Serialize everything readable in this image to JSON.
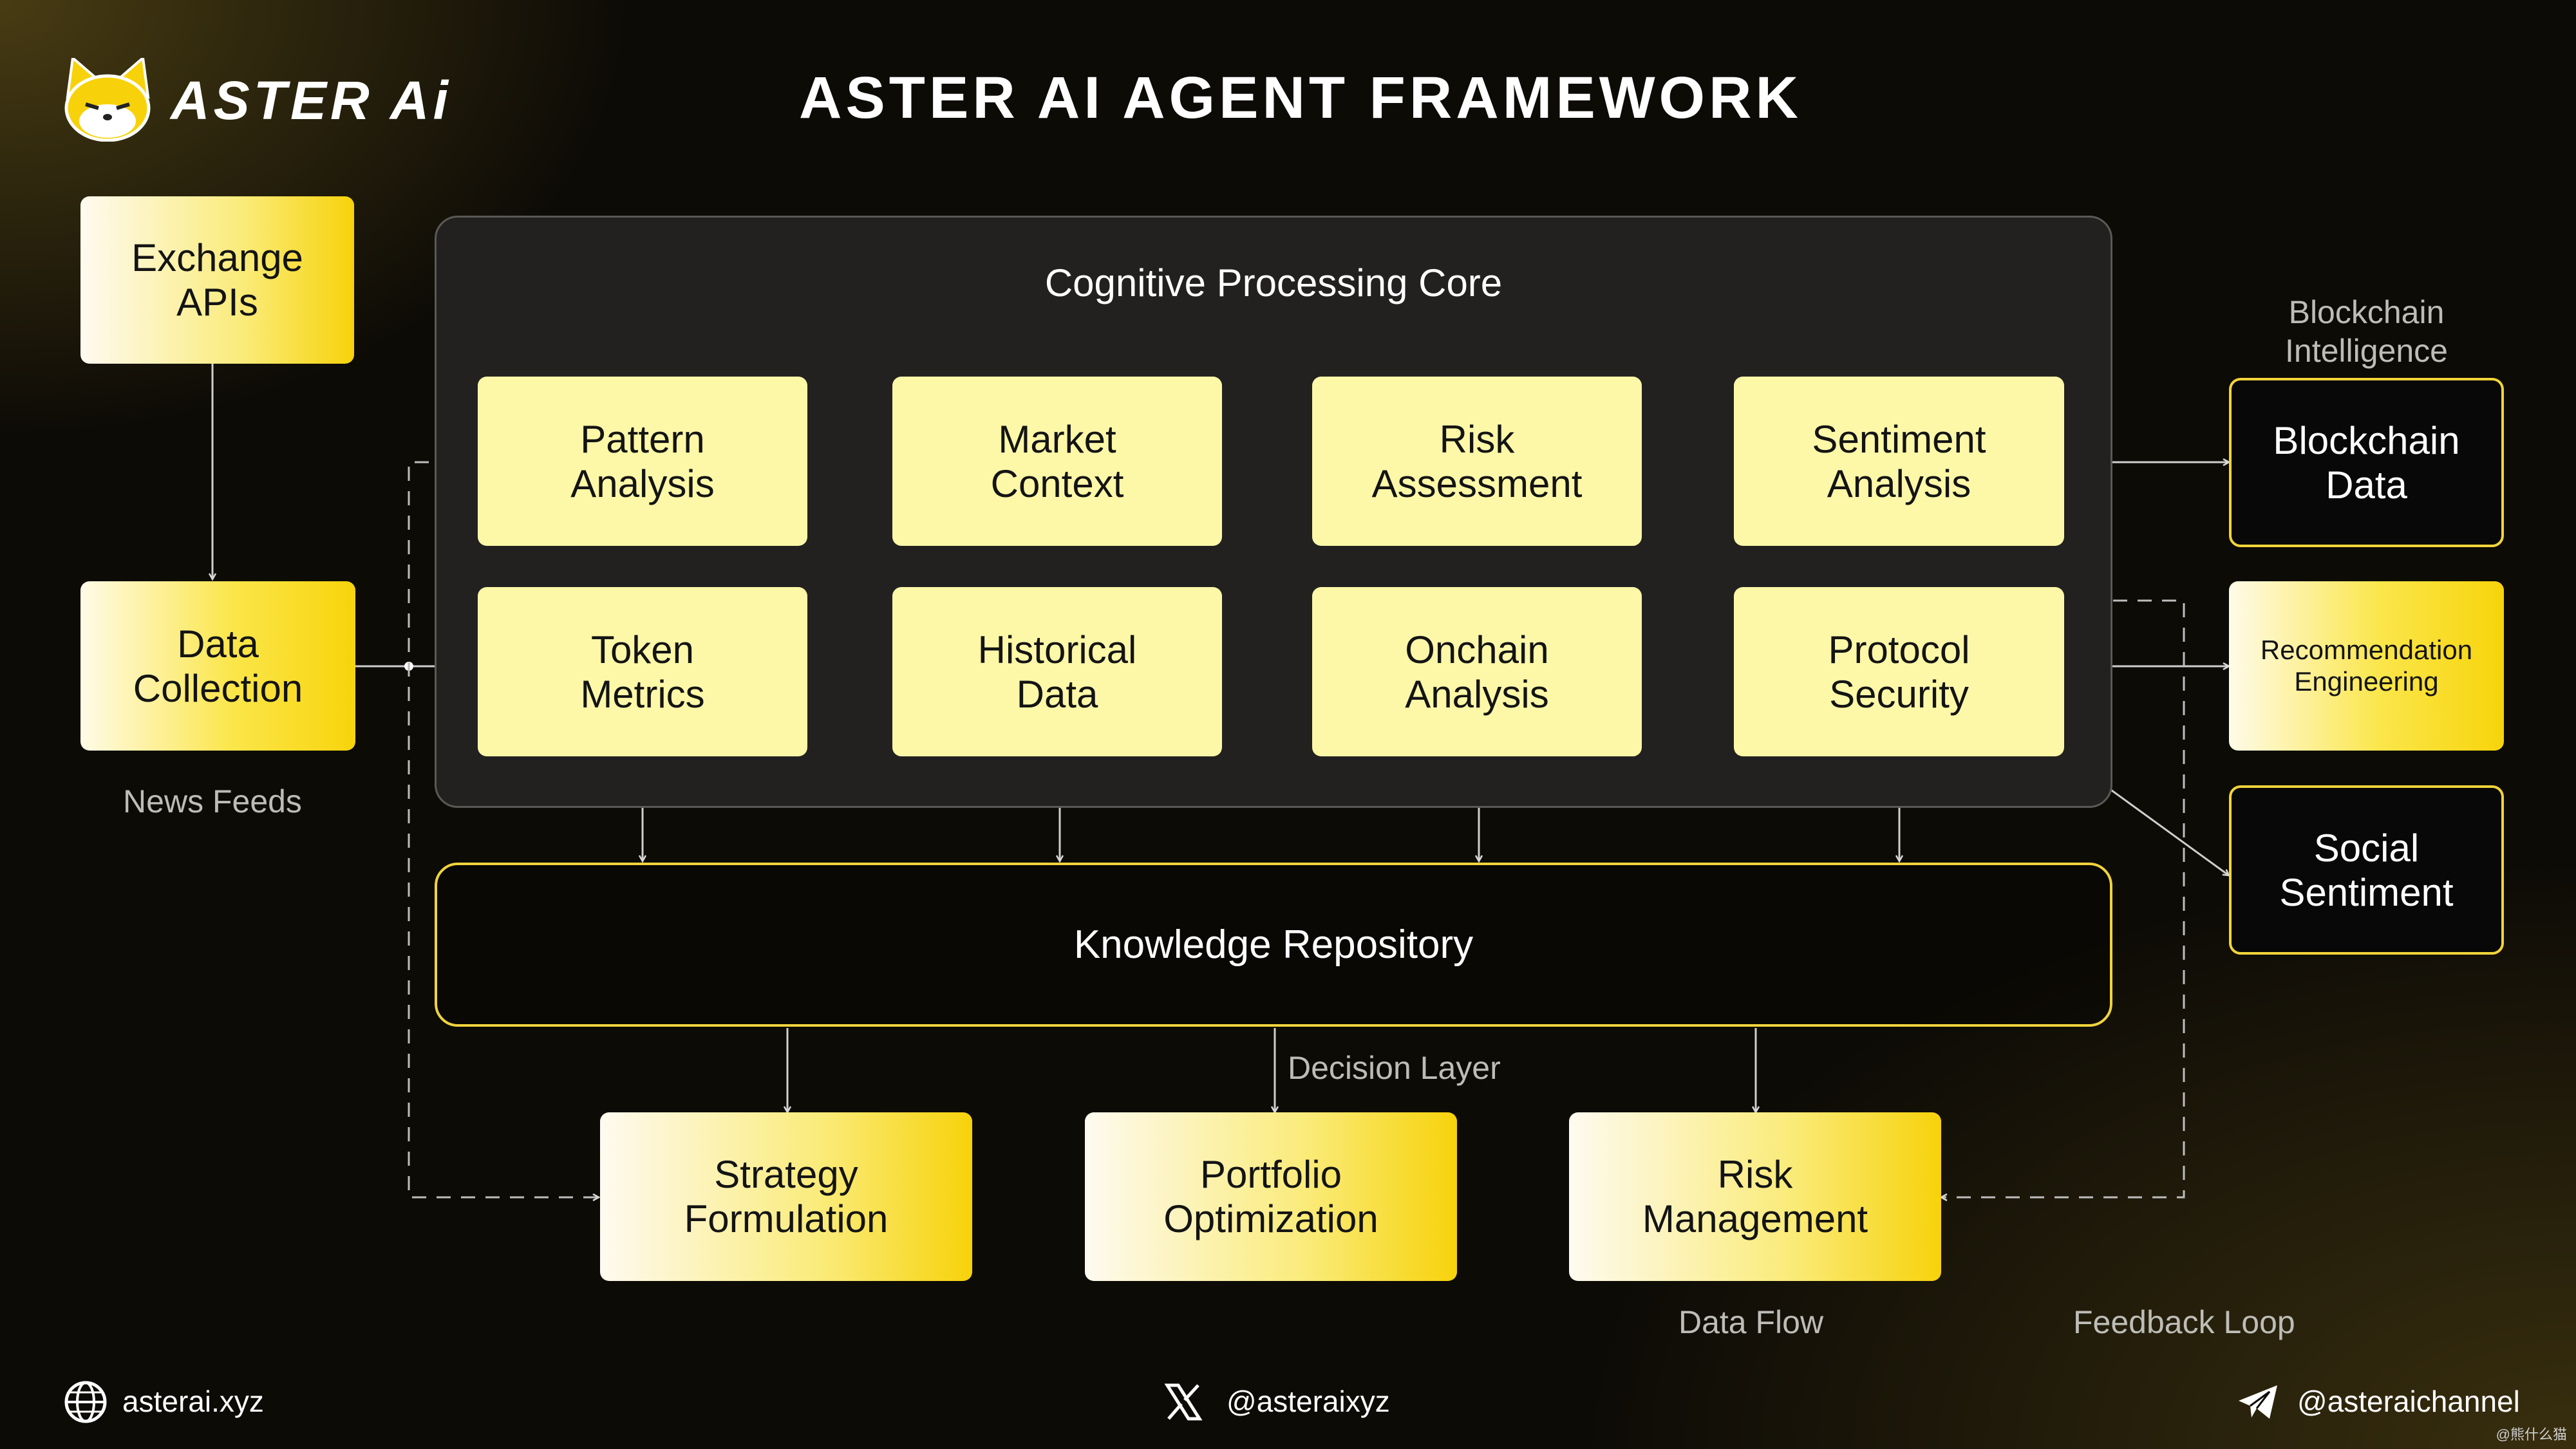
{
  "brand": {
    "name": "ASTER Ai"
  },
  "title": "ASTER AI AGENT FRAMEWORK",
  "core": {
    "title": "Cognitive Processing Core",
    "row1": [
      "Pattern Analysis",
      "Market Context",
      "Risk Assessment",
      "Sentiment Analysis"
    ],
    "row2": [
      "Token Metrics",
      "Historical Data",
      "Onchain Analysis",
      "Protocol Security"
    ]
  },
  "inputs": {
    "exchange_apis": "Exchange APIs",
    "data_collection": "Data Collection",
    "news_feeds": "News Feeds"
  },
  "right": {
    "blockchain_intelligence": "Blockchain Intelligence",
    "blockchain_data": "Blockchain Data",
    "recommendation_engineering": "Recommendation Engineering",
    "social_sentiment": "Social Sentiment"
  },
  "repository": "Knowledge Repository",
  "decision": {
    "label": "Decision Layer",
    "nodes": [
      "Strategy Formulation",
      "Portfolio Optimization",
      "Risk Management"
    ]
  },
  "legend": {
    "data_flow": "Data Flow",
    "feedback_loop": "Feedback Loop"
  },
  "footer": {
    "website": "asterai.xyz",
    "twitter": "@asteraixyz",
    "telegram": "@asteraichannel",
    "watermark": "@熊什么猫"
  },
  "colors": {
    "accent": "#f7d20b",
    "node_fill": "#fdf8a8",
    "background": "#0d0b06",
    "panel": "#222120"
  }
}
